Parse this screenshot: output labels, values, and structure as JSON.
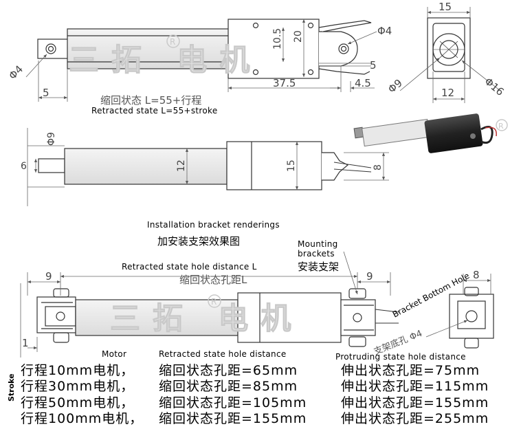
{
  "watermark": {
    "text": "三拓 电机",
    "registered": "R"
  },
  "top_view": {
    "dims": {
      "d_shaft_hole": "Φ4",
      "d_end_hole": "Φ4",
      "h10_5": "10.5",
      "h20": "20",
      "w5_left": "5",
      "w5_right": "5",
      "w37_5": "37.5",
      "w4_5": "4.5"
    },
    "caption_zh": "缩回状态 L=55+行程",
    "caption_en": "Retracted state L=55+stroke"
  },
  "end_view": {
    "dims": {
      "w15": "15",
      "w12": "12",
      "d9": "Φ9",
      "d16": "Φ16"
    }
  },
  "side_view": {
    "dims": {
      "d9": "Φ9",
      "h6": "6",
      "h12": "12",
      "h15": "15",
      "h8": "8"
    }
  },
  "bracket": {
    "caption_en": "Installation bracket renderings",
    "caption_zh": "加安装支架效果图",
    "mounting_en": "Mounting brackets",
    "mounting_zh": "安装支架",
    "hole_en": "Retracted state hole distance L",
    "hole_zh": "缩回状态孔距L",
    "dims": {
      "w9_left": "9",
      "w9_right": "9",
      "w8": "8",
      "h1": "1"
    },
    "bottom_hole_en": "Bracket Bottom Hole",
    "bottom_hole_zh": "支架底孔 Φ4"
  },
  "table": {
    "headers": {
      "motor": "Motor",
      "retracted": "Retracted state hole distance",
      "protruding": "Protruding state hole distance",
      "stroke": "Stroke"
    },
    "rows": [
      {
        "motor": "行程10mm电机，",
        "retracted": "缩回状态孔距=65mm",
        "protruding": "伸出状态孔距=75mm"
      },
      {
        "motor": "行程30mm电机，",
        "retracted": "缩回状态孔距=85mm",
        "protruding": "伸出状态孔距=115mm"
      },
      {
        "motor": "行程50mm电机，",
        "retracted": "缩回状态孔距=105mm",
        "protruding": "伸出状态孔距=155mm"
      },
      {
        "motor": "行程100mm电机，",
        "retracted": "缩回状态孔距=155mm",
        "protruding": "伸出状态孔距=255mm"
      }
    ]
  }
}
